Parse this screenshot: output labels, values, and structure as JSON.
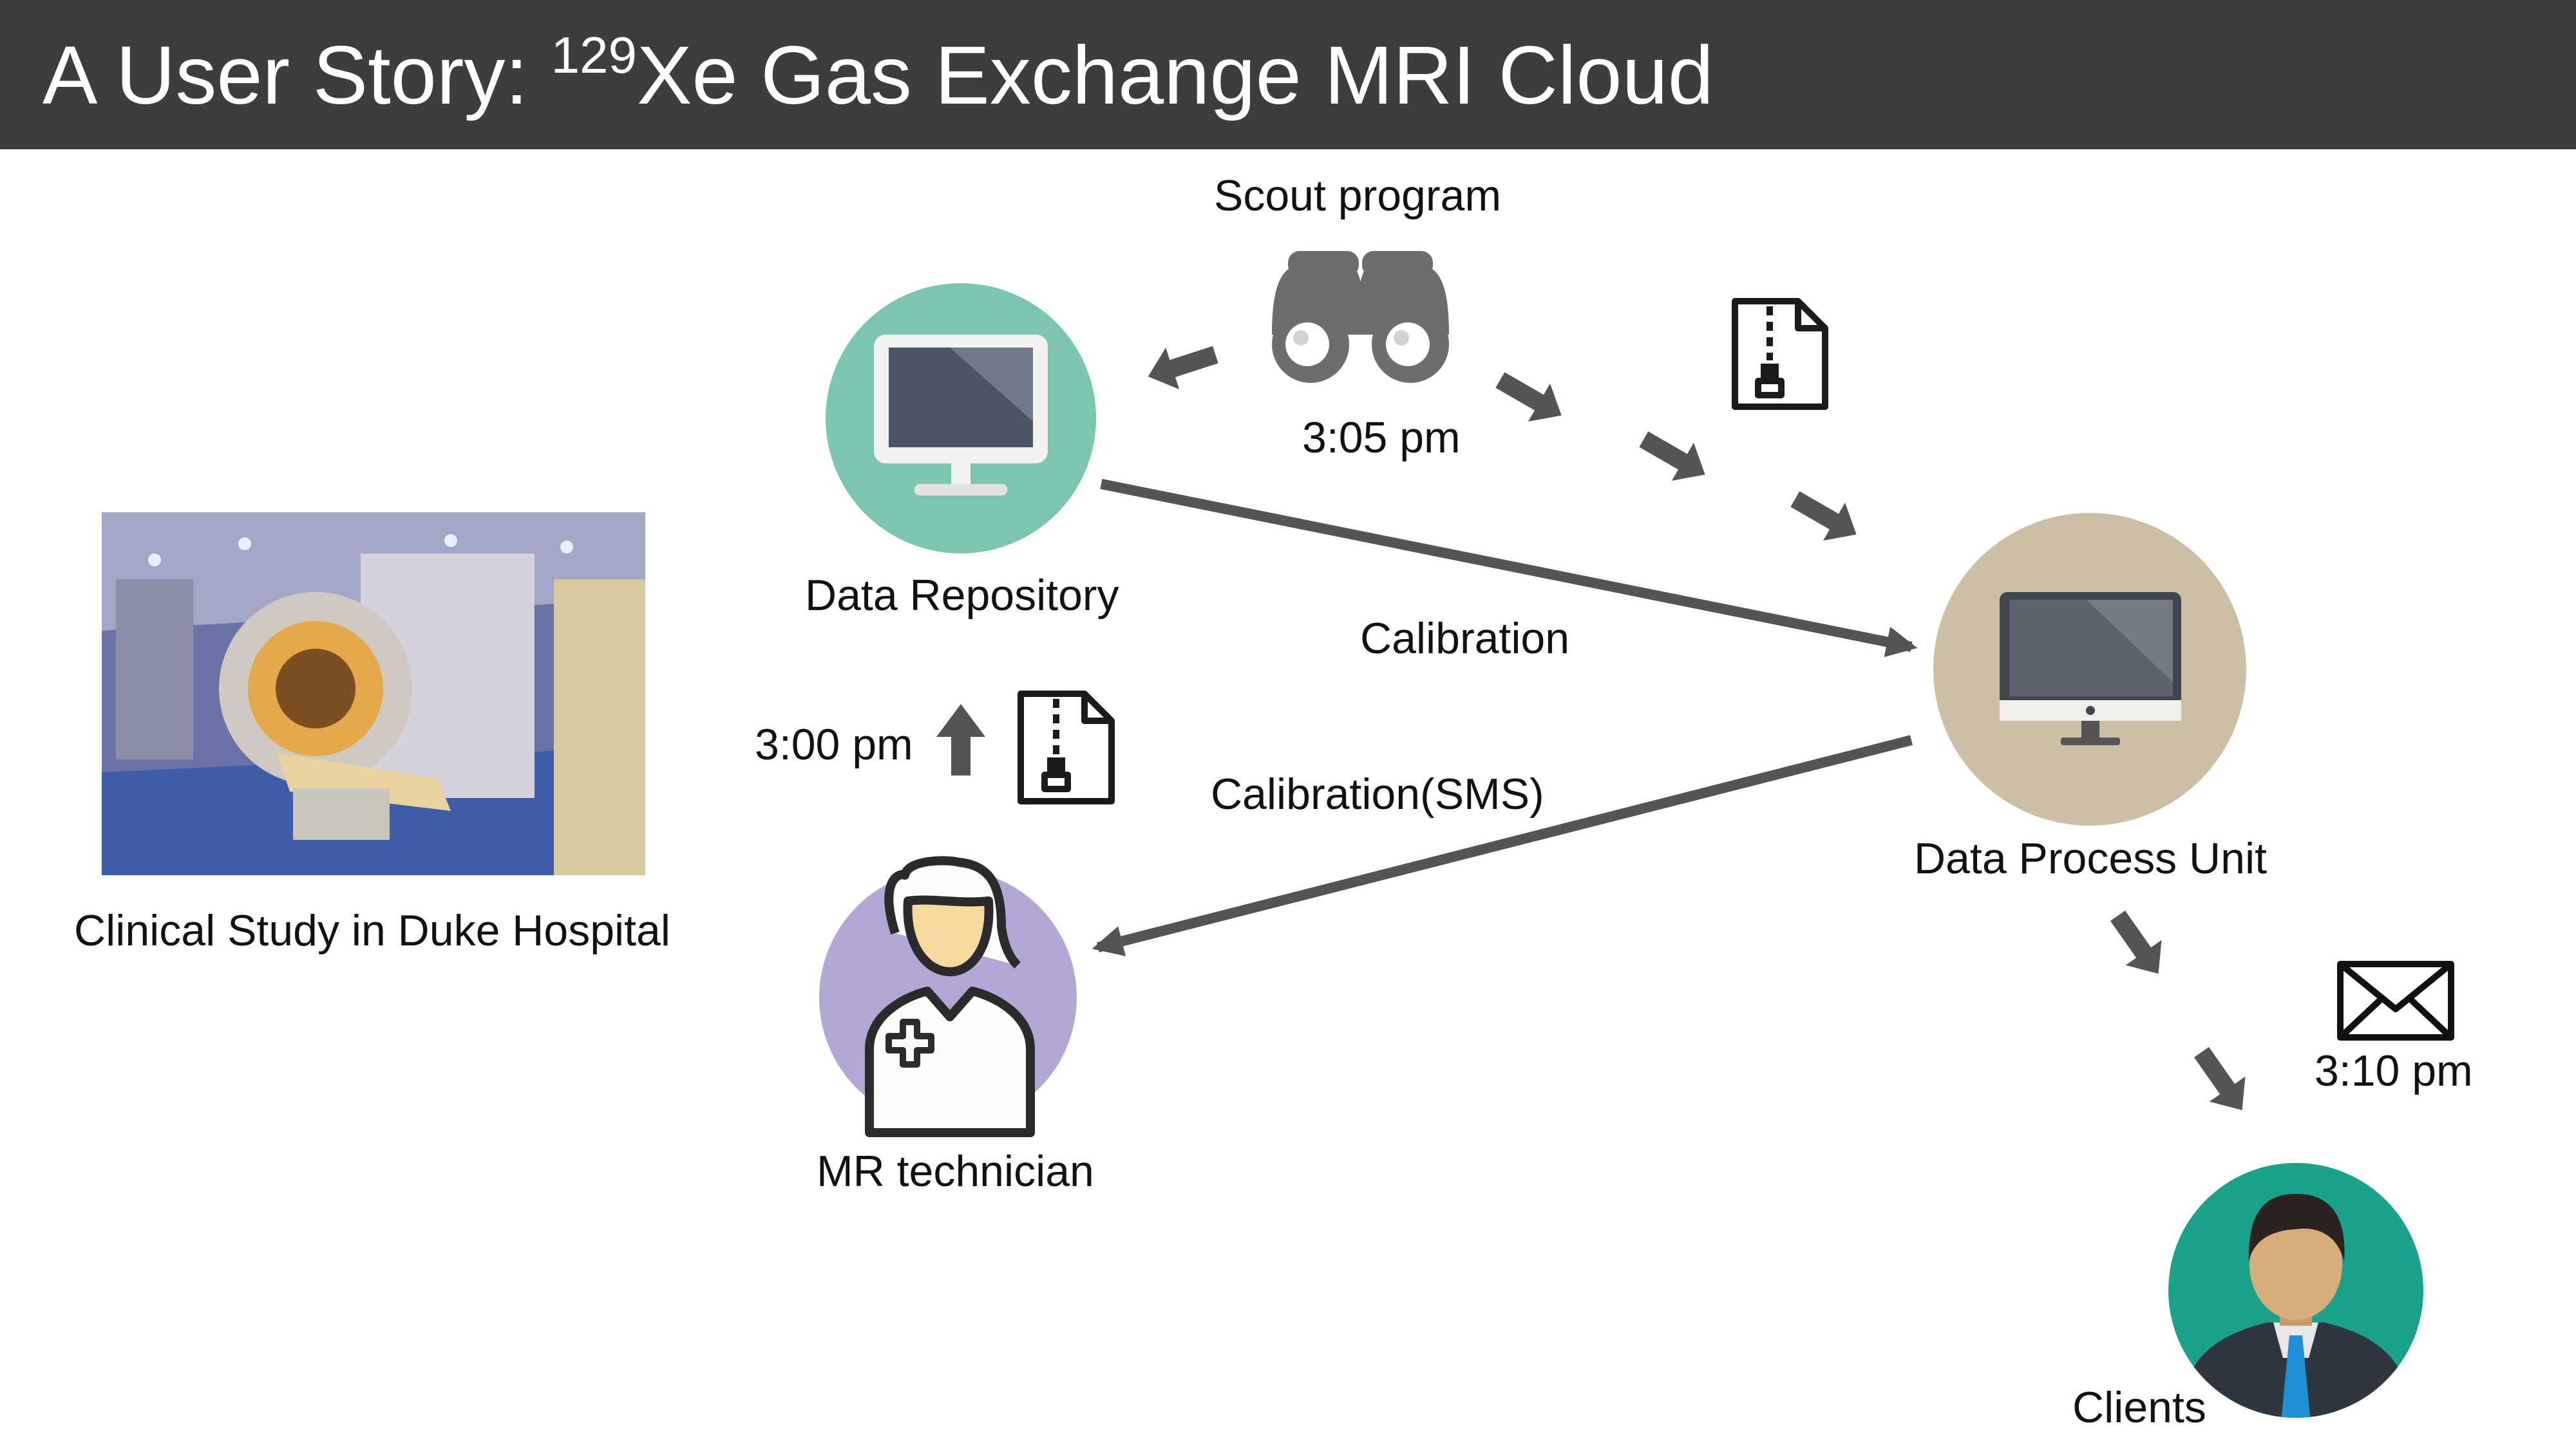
{
  "title": {
    "prefix": "A User Story: ",
    "superscript": "129",
    "suffix": "Xe Gas Exchange MRI Cloud"
  },
  "nodes": {
    "clinical_study": {
      "label": "Clinical Study in Duke Hospital"
    },
    "data_repository": {
      "label": "Data Repository"
    },
    "data_process_unit": {
      "label": "Data Process Unit"
    },
    "mr_technician": {
      "label": "MR technician"
    },
    "clients": {
      "label": "Clients"
    },
    "scout_program": {
      "label": "Scout program"
    }
  },
  "edges": {
    "calibration": {
      "label": "Calibration"
    },
    "calibration_sms": {
      "label": "Calibration(SMS)"
    }
  },
  "times": {
    "upload": "3:00 pm",
    "scout": "3:05 pm",
    "email": "3:10 pm"
  },
  "colors": {
    "title_bar": "#3d3d3d",
    "repository_circle": "#7cc5b0",
    "process_circle": "#cdbfa5",
    "technician_circle": "#b3a7d6",
    "client_circle": "#1aa28a",
    "arrow": "#545454"
  },
  "icons": {
    "clinical_image": "mri-scanner-room-photo",
    "repository": "desktop-monitor-icon",
    "process": "imac-computer-icon",
    "technician": "nurse-icon",
    "client": "businessman-avatar-icon",
    "scout": "binoculars-icon",
    "file": "zip-file-icon",
    "mail": "envelope-icon"
  }
}
